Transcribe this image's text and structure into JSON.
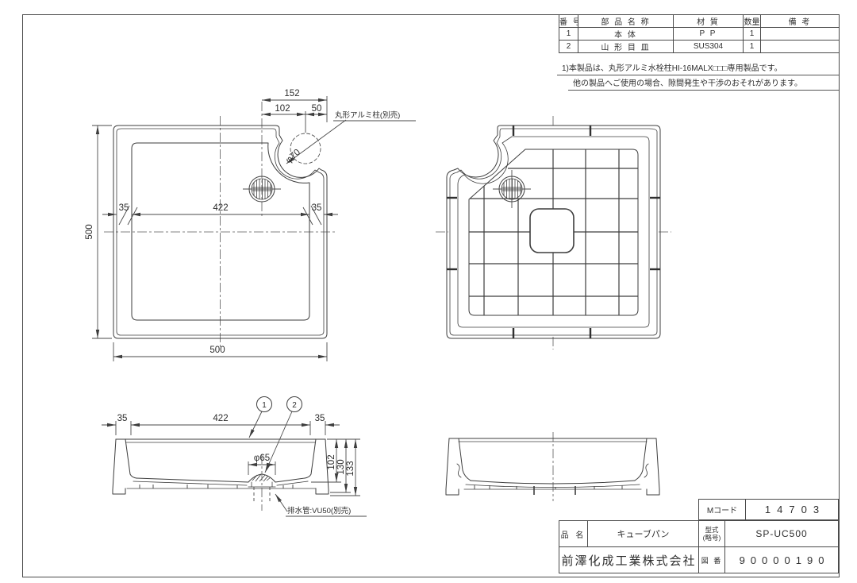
{
  "colors": {
    "line": "#3d3d3d",
    "background": "#ffffff"
  },
  "parts_table": {
    "headers": {
      "no": "番 号",
      "name": "部 品 名 称",
      "material": "材  質",
      "qty": "数量",
      "remarks": "備  考"
    },
    "rows": [
      {
        "no": "1",
        "name": "本    体",
        "material": "P P",
        "qty": "1",
        "remarks": ""
      },
      {
        "no": "2",
        "name": "山 形 目 皿",
        "material": "SUS304",
        "qty": "1",
        "remarks": ""
      }
    ]
  },
  "notes": {
    "line1": "1)本製品は、丸形アルミ水栓柱HI-16MALX□□□専用製品です。",
    "line2": "他の製品へご使用の場合、隙間発生や干渉のおそれがあります。"
  },
  "title_block": {
    "m_code_label": "Mコード",
    "m_code": "14703",
    "product_name_label": "品 名",
    "product_name": "キューブパン",
    "model_label_line1": "型式",
    "model_label_line2": "(略号)",
    "model": "SP-UC500",
    "company": "前澤化成工業株式会社",
    "drawing_no_label": "図 番",
    "drawing_no": "90000190"
  },
  "plan_view": {
    "dim_top_total": "152",
    "dim_top_a": "102",
    "dim_top_b": "50",
    "pole_dia": "φ70",
    "pole_label": "丸形アルミ柱(別売)",
    "dim_inner": "422",
    "dim_edge_left": "35",
    "dim_edge_right": "35",
    "dim_height": "500",
    "dim_width": "500"
  },
  "section_view": {
    "dim_edge_left": "35",
    "dim_inner": "422",
    "dim_edge_right": "35",
    "drain_dia": "φ65",
    "dim_depth": "102",
    "dim_h2": "130",
    "dim_h3": "133",
    "balloon_1": "1",
    "balloon_2": "2",
    "drain_label": "排水管:VU50(別売)"
  }
}
